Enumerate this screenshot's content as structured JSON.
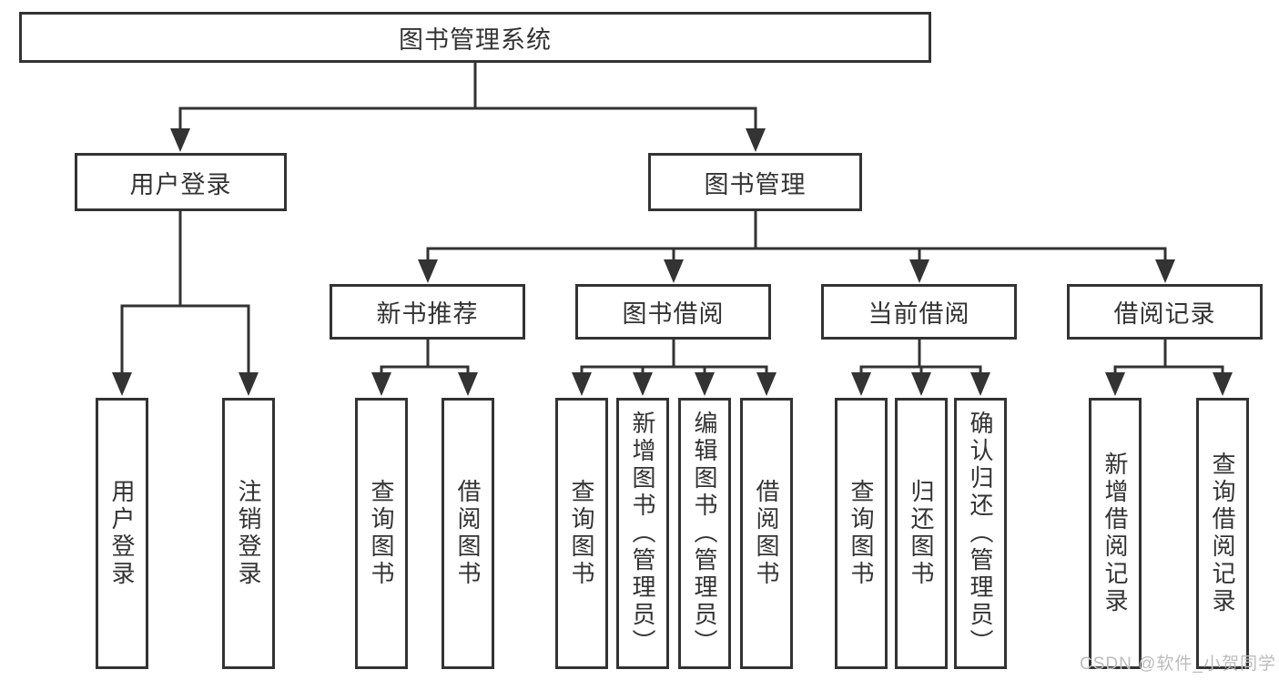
{
  "diagram": {
    "root": {
      "label": "图书管理系统",
      "children": [
        {
          "label": "用户登录",
          "children": [
            {
              "label": "用户登录"
            },
            {
              "label": "注销登录"
            }
          ]
        },
        {
          "label": "图书管理",
          "children": [
            {
              "label": "新书推荐",
              "children": [
                {
                  "label": "查询图书"
                },
                {
                  "label": "借阅图书"
                }
              ]
            },
            {
              "label": "图书借阅",
              "children": [
                {
                  "label": "查询图书"
                },
                {
                  "label": "新增图书（管理员）"
                },
                {
                  "label": "编辑图书（管理员）"
                },
                {
                  "label": "借阅图书"
                }
              ]
            },
            {
              "label": "当前借阅",
              "children": [
                {
                  "label": "查询图书"
                },
                {
                  "label": "归还图书"
                },
                {
                  "label": "确认归还（管理员）"
                }
              ]
            },
            {
              "label": "借阅记录",
              "children": [
                {
                  "label": "新增借阅记录"
                },
                {
                  "label": "查询借阅记录"
                }
              ]
            }
          ]
        }
      ]
    }
  },
  "watermark": {
    "text": "CSDN @软件_小贺同学"
  },
  "colors": {
    "line": "#333333",
    "text": "#333333",
    "watermark": "#bcbcbc",
    "background": "#ffffff"
  }
}
